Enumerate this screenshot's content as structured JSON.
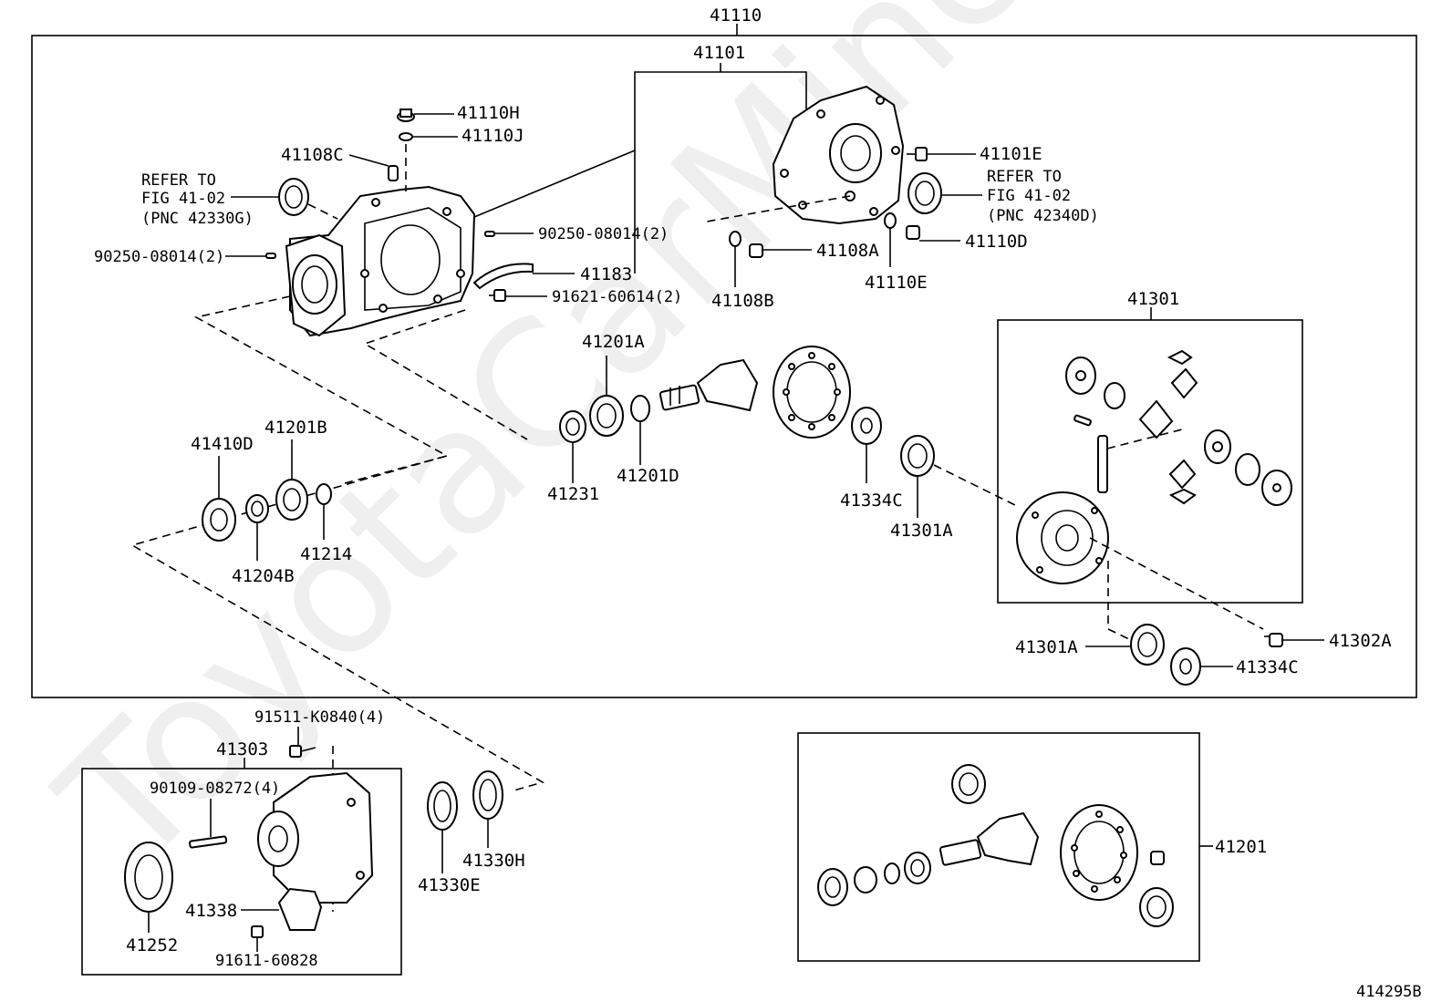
{
  "watermark": "ToyotaCarMine.ru",
  "figure_code": "414295B",
  "notes": {
    "left_ref": [
      "REFER TO",
      "FIG 41-02",
      "(PNC 42330G)"
    ],
    "right_ref": [
      "REFER TO",
      "FIG 41-02",
      "(PNC 42340D)"
    ]
  },
  "labels": {
    "p41110": "41110",
    "p41101": "41101",
    "p41110H": "41110H",
    "p41110J": "41110J",
    "p41108C": "41108C",
    "p41101E": "41101E",
    "p90250_top": "90250-08014(2)",
    "p90250_left": "90250-08014(2)",
    "p41183": "41183",
    "p91621": "91621-60614(2)",
    "p41108A": "41108A",
    "p41110D": "41110D",
    "p41108B": "41108B",
    "p41110E": "41110E",
    "p41301": "41301",
    "p41201A": "41201A",
    "p41231": "41231",
    "p41201D": "41201D",
    "p41334C_mid": "41334C",
    "p41301A_mid": "41301A",
    "p41410D": "41410D",
    "p41201B": "41201B",
    "p41204B": "41204B",
    "p41214": "41214",
    "p41301A_low": "41301A",
    "p41302A": "41302A",
    "p41334C_low": "41334C",
    "p91511": "91511-K0840(4)",
    "p41303": "41303",
    "p90109": "90109-08272(4)",
    "p41338": "41338",
    "p41252": "41252",
    "p91611": "91611-60828",
    "p41330H": "41330H",
    "p41330E": "41330E",
    "p41201": "41201"
  }
}
